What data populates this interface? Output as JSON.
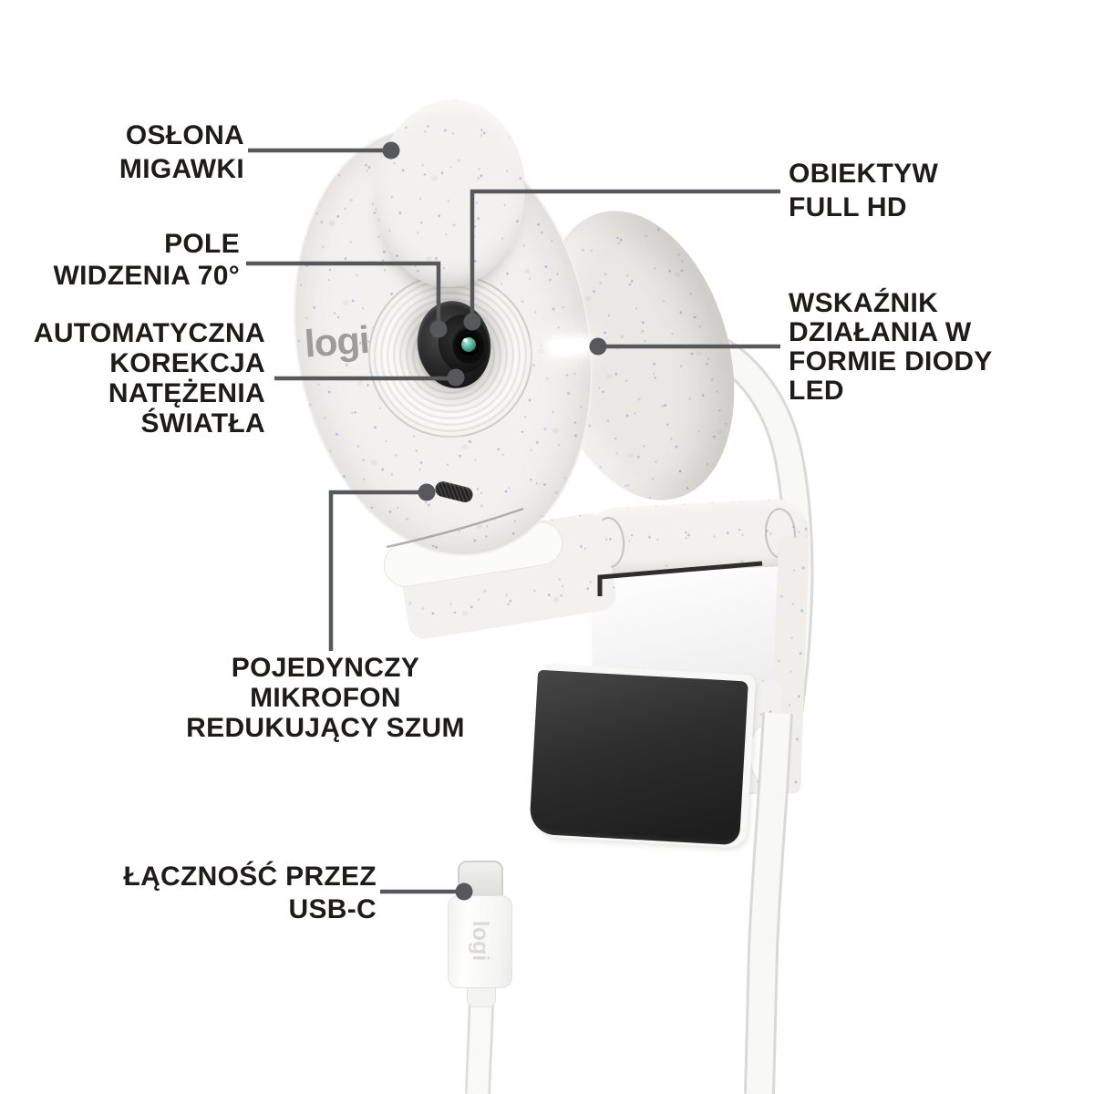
{
  "brand": {
    "face_logo": "logi",
    "connector_logo": "logi"
  },
  "callouts": [
    {
      "id": "shutter-cover",
      "lines": [
        "OSŁONA",
        "MIGAWKI"
      ]
    },
    {
      "id": "field-of-view",
      "lines": [
        "POLE",
        "WIDZENIA 70°"
      ]
    },
    {
      "id": "auto-light-correction",
      "lines": [
        "AUTOMATYCZNA",
        "KOREKCJA",
        "NATĘŻENIA",
        "ŚWIATŁA"
      ]
    },
    {
      "id": "full-hd-lens",
      "lines": [
        "OBIEKTYW",
        "FULL HD"
      ]
    },
    {
      "id": "led-indicator",
      "lines": [
        "WSKAŹNIK",
        "DZIAŁANIA W",
        "FORMIE DIODY",
        "LED"
      ]
    },
    {
      "id": "single-microphone",
      "lines": [
        "POJEDYNCZY",
        "MIKROFON",
        "REDUKUJĄCY SZUM"
      ]
    },
    {
      "id": "usb-c-connectivity",
      "lines": [
        "ŁĄCZNOŚĆ PRZEZ",
        "USB-C"
      ]
    }
  ],
  "colors": {
    "label_text": "#1d1c1a",
    "callout": "#57585a",
    "body_base": "#f2f1ef",
    "speckle_blue": "#5c6f9e",
    "lens_black": "#151515",
    "aperture_green": "#53b39a",
    "led_white": "#ffffff",
    "flap_dark": "#2d2d2d",
    "logo_gray": "#9d9c9a"
  }
}
